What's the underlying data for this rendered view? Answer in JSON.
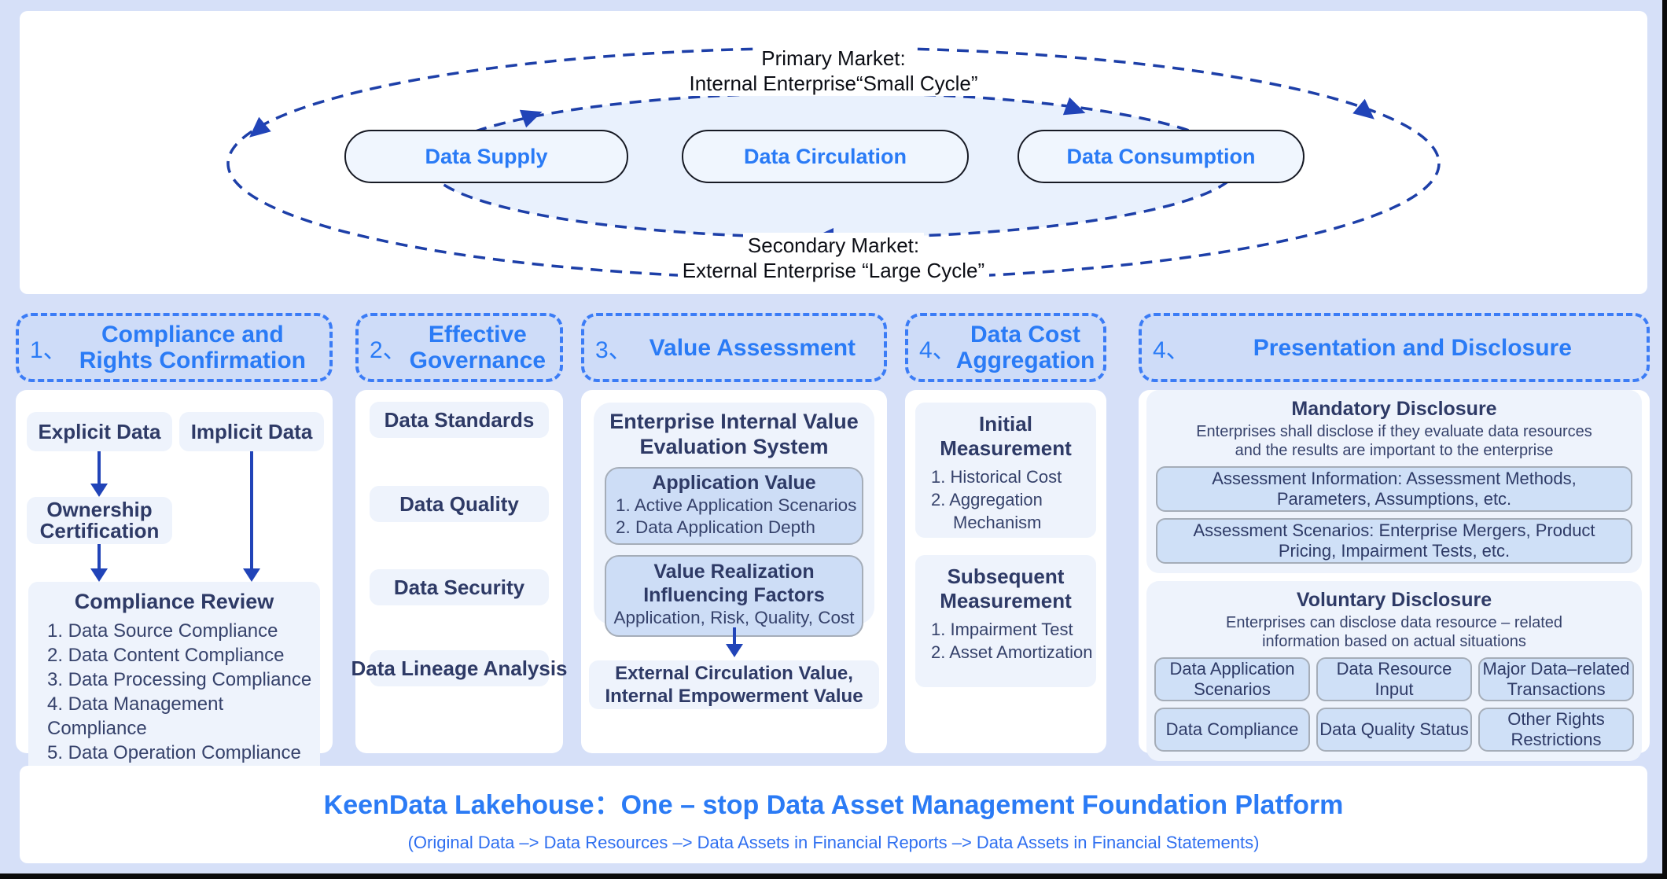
{
  "cycle": {
    "primary_line1": "Primary Market:",
    "primary_line2": "Internal Enterprise“Small Cycle”",
    "secondary_line1": "Secondary Market:",
    "secondary_line2": "External Enterprise “Large Cycle”",
    "pills": [
      "Data Supply",
      "Data Circulation",
      "Data Consumption"
    ]
  },
  "columns": {
    "rights": {
      "number": "1、",
      "title": "Compliance and Rights Confirmation",
      "explicit": "Explicit Data",
      "implicit": "Implicit Data",
      "ownership": "Ownership Certification",
      "review_title": "Compliance Review",
      "review_items": [
        "1. Data Source Compliance",
        "2. Data Content Compliance",
        "3. Data Processing Compliance",
        "4. Data Management Compliance",
        "5. Data Operation Compliance"
      ]
    },
    "governance": {
      "number": "2、",
      "title": "Effective Governance",
      "items": [
        "Data Standards",
        "Data Quality",
        "Data Security",
        "Data Lineage Analysis"
      ]
    },
    "value": {
      "number": "3、",
      "title": "Value Assessment",
      "system_title": "Enterprise Internal Value Evaluation System",
      "app_title": "Application Value",
      "app_items": [
        "1. Active Application Scenarios",
        "2. Data Application Depth"
      ],
      "factors_title": "Value Realization Influencing Factors",
      "factors_subtitle": "Application, Risk, Quality, Cost",
      "result": "External Circulation Value, Internal Empowerment Value"
    },
    "cost": {
      "number": "4、",
      "title": "Data Cost Aggregation",
      "initial_title": "Initial Measurement",
      "initial_items": [
        "1. Historical Cost",
        "2. Aggregation Mechanism"
      ],
      "subsequent_title": "Subsequent Measurement",
      "subsequent_items": [
        "1. Impairment Test",
        "2. Asset Amortization"
      ]
    },
    "disclosure": {
      "number": "4、",
      "title": "Presentation and Disclosure",
      "mandatory_title": "Mandatory Disclosure",
      "mandatory_subtitle": "Enterprises shall disclose if they evaluate data resources and the results are important to the enterprise",
      "mandatory_chips": [
        "Assessment Information: Assessment Methods, Parameters, Assumptions, etc.",
        "Assessment Scenarios: Enterprise Mergers, Product Pricing, Impairment Tests, etc."
      ],
      "voluntary_title": "Voluntary Disclosure",
      "voluntary_subtitle": "Enterprises can disclose data resource – related information based on actual situations",
      "voluntary_chips": [
        "Data Application Scenarios",
        "Data Resource Input",
        "Major Data–related Transactions",
        "Data Compliance",
        "Data Quality Status",
        "Other Rights Restrictions"
      ]
    }
  },
  "footer": {
    "title": "KeenData Lakehouse：One – stop Data Asset Management Foundation Platform",
    "subtitle": "(Original Data –> Data Resources –> Data Assets in Financial Reports –> Data Assets in Financial Statements)"
  },
  "colors": {
    "page_bg": "#d6e0f8",
    "panel_bg": "#ffffff",
    "accent_blue": "#2b7bf5",
    "header_fill": "#cedcf8",
    "dashed_border_blue": "#3b7cf6",
    "cycle_stroke_navy": "#1d3fa8",
    "arrow_navy": "#2144b8",
    "navy_text": "#2e3a66",
    "box_light": "#eef3fc",
    "box_medium": "#cdddf6",
    "chip_fill": "#cfe0f7",
    "chip_border": "#a5adb8",
    "inner_ellipse_fill": "#e9f1fd"
  }
}
